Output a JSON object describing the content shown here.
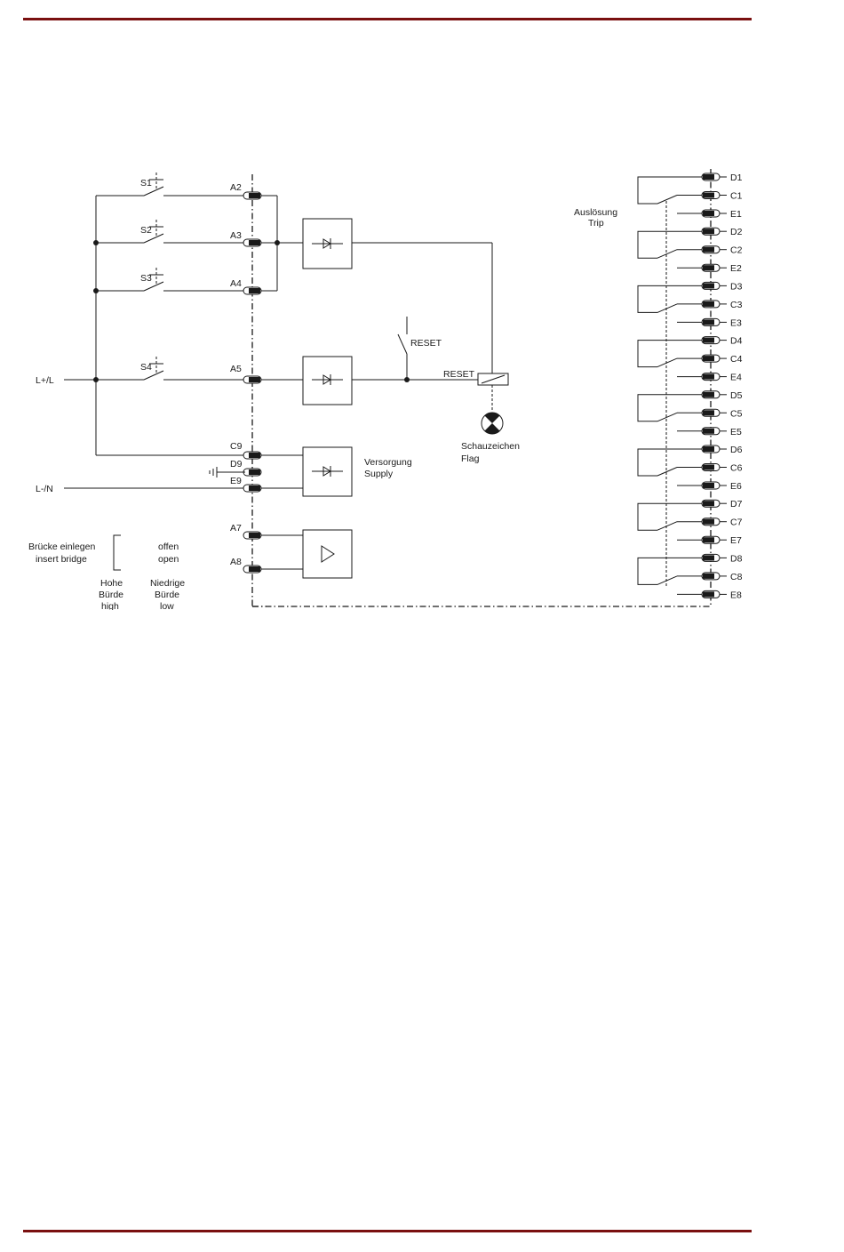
{
  "colors": {
    "rule": "#7a1010",
    "ink": "#1a1a1a"
  },
  "left_terminals": [
    {
      "label": "A2"
    },
    {
      "label": "A3"
    },
    {
      "label": "A4"
    },
    {
      "label": "A5"
    },
    {
      "label": "C9"
    },
    {
      "label": "D9"
    },
    {
      "label": "E9"
    },
    {
      "label": "A7"
    },
    {
      "label": "A8"
    }
  ],
  "switches": [
    {
      "label": "S1"
    },
    {
      "label": "S2"
    },
    {
      "label": "S3"
    },
    {
      "label": "S4"
    }
  ],
  "lines": {
    "positive": "L+/L",
    "negative": "L-/N"
  },
  "reset_switch": "RESET",
  "reset_coil": "RESET",
  "flag": {
    "de": "Schauzeichen",
    "en": "Flag"
  },
  "supply": {
    "de": "Versorgung",
    "en": "Supply"
  },
  "trip": {
    "de": "Auslösung",
    "en": "Trip"
  },
  "legend": {
    "bridge_de": "Brücke einlegen",
    "bridge_en": "insert bridge",
    "open_de": "offen",
    "open_en": "open",
    "high_de1": "Hohe",
    "high_de2": "Bürde",
    "high_en": "high",
    "low_de1": "Niedrige",
    "low_de2": "Bürde",
    "low_en": "low"
  },
  "output_groups": [
    {
      "d": "D1",
      "c": "C1",
      "e": "E1"
    },
    {
      "d": "D2",
      "c": "C2",
      "e": "E2"
    },
    {
      "d": "D3",
      "c": "C3",
      "e": "E3"
    },
    {
      "d": "D4",
      "c": "C4",
      "e": "E4"
    },
    {
      "d": "D5",
      "c": "C5",
      "e": "E5"
    },
    {
      "d": "D6",
      "c": "C6",
      "e": "E6"
    },
    {
      "d": "D7",
      "c": "C7",
      "e": "E7"
    },
    {
      "d": "D8",
      "c": "C8",
      "e": "E8"
    }
  ]
}
